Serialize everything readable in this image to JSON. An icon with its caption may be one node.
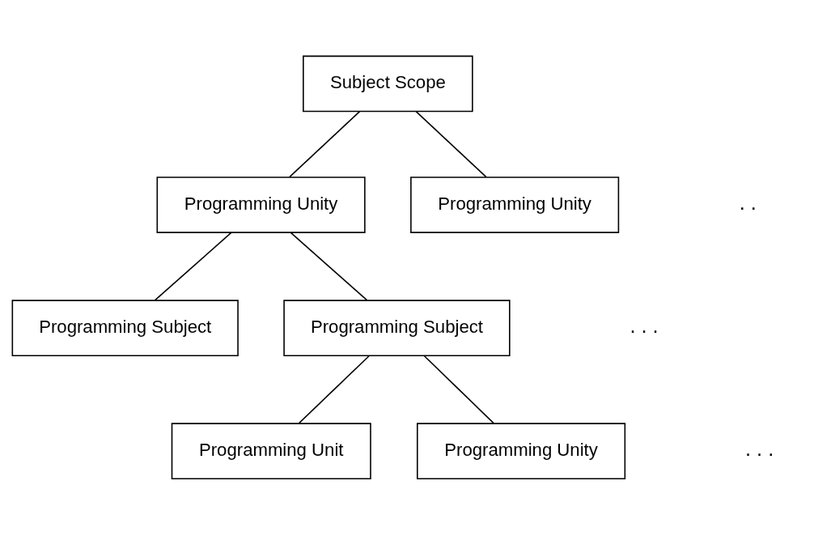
{
  "diagram": {
    "nodes": [
      {
        "text": [
          "Subject Scope"
        ]
      },
      {
        "text": [
          "Programming Unity"
        ]
      },
      {
        "text": [
          "Programming Unity"
        ]
      },
      {
        "text": [
          "Programming Subject"
        ]
      },
      {
        "text": [
          "Programming Subject"
        ]
      },
      {
        "text": [
          "Programming Unit"
        ]
      },
      {
        "text": [
          "Programming Unity"
        ]
      }
    ],
    "edges": [
      {
        "from": 0,
        "to": 1,
        "arrow": "none"
      },
      {
        "from": 0,
        "to": 2,
        "arrow": "none"
      },
      {
        "from": 1,
        "to": 3,
        "arrow": "none"
      },
      {
        "from": 1,
        "to": 4,
        "arrow": "none"
      },
      {
        "from": 4,
        "to": 5,
        "arrow": "none"
      },
      {
        "from": 4,
        "to": 6,
        "arrow": "none"
      }
    ],
    "labels": [
      ". .",
      ". . .",
      ". . ."
    ]
  }
}
